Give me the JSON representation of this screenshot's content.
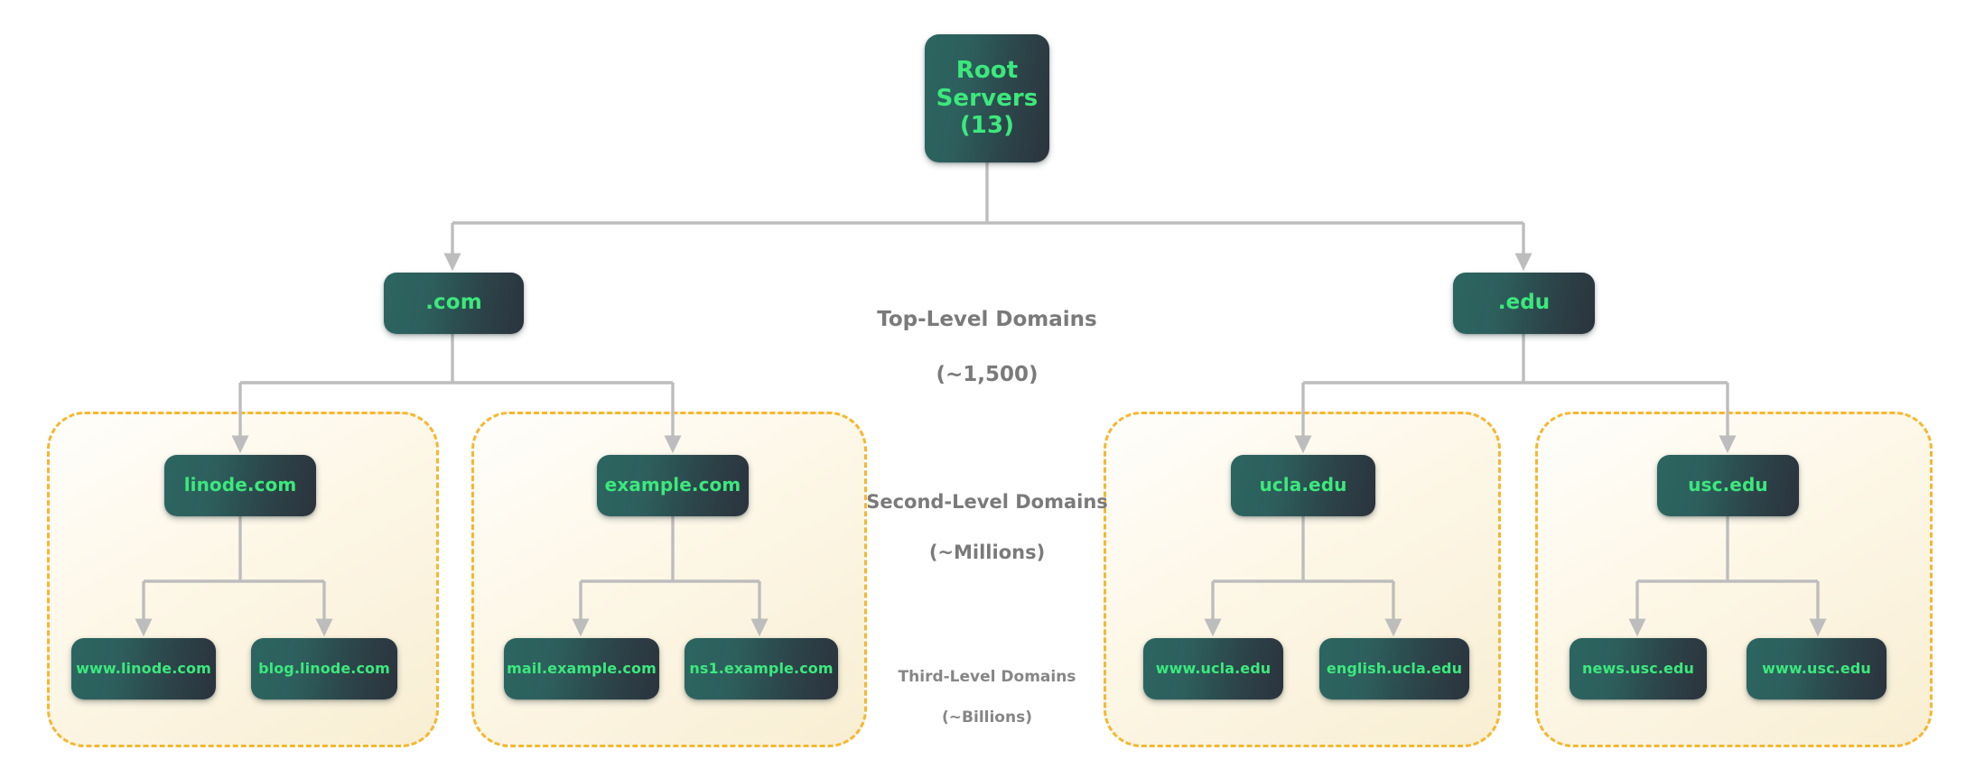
{
  "diagram": {
    "title": "DNS Domain Name Hierarchy",
    "background": "#ffffff",
    "node_text_color": "#3CE87C",
    "node_gradient_from": "#2b6560",
    "node_gradient_to": "#2b333d",
    "zone_border_color": "#F5B731",
    "zone_fill_color": "#fdf7e7",
    "edge_color": "#BDBDBD",
    "label_color": "#7a7a7a"
  },
  "root": {
    "label": "Root\nServers\n(13)",
    "line1": "Root",
    "line2": "Servers",
    "line3": "(13)"
  },
  "level_labels": {
    "tld": "Top-Level Domains\n(~1,500)",
    "tld_line1": "Top-Level Domains",
    "tld_line2": "(~1,500)",
    "sld": "Second-Level Domains\n(~Millions)",
    "sld_line1": "Second-Level Domains",
    "sld_line2": "(~Millions)",
    "thd": "Third-Level Domains\n(~Billions)",
    "thd_line1": "Third-Level Domains",
    "thd_line2": "(~Billions)"
  },
  "tlds": [
    {
      "label": ".com"
    },
    {
      "label": ".edu"
    }
  ],
  "second_level": [
    {
      "label": "linode.com"
    },
    {
      "label": "example.com"
    },
    {
      "label": "ucla.edu"
    },
    {
      "label": "usc.edu"
    }
  ],
  "third_level": [
    {
      "label": "www.linode.com"
    },
    {
      "label": "blog.linode.com"
    },
    {
      "label": "mail.example.com"
    },
    {
      "label": "ns1.example.com"
    },
    {
      "label": "www.ucla.edu"
    },
    {
      "label": "english.ucla.edu"
    },
    {
      "label": "news.usc.edu"
    },
    {
      "label": "www.usc.edu"
    }
  ],
  "zones": [
    {
      "name": "linode-zone"
    },
    {
      "name": "example-zone"
    },
    {
      "name": "ucla-zone"
    },
    {
      "name": "usc-zone"
    }
  ]
}
